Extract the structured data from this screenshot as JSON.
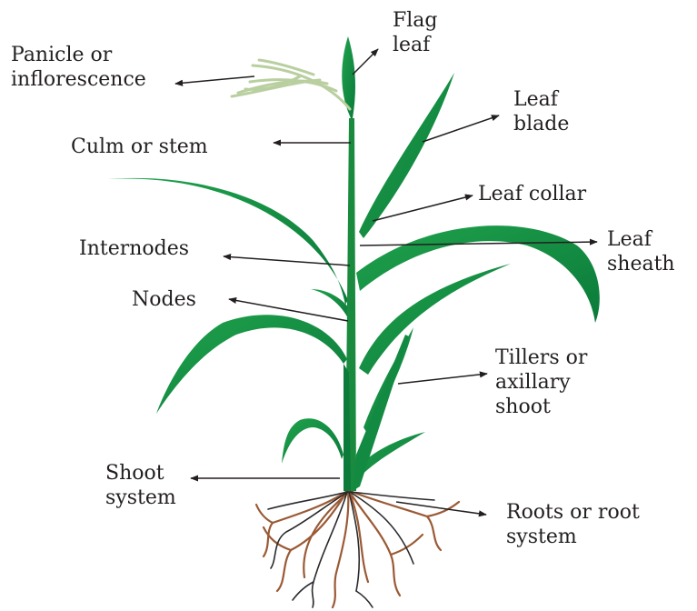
{
  "labels": {
    "flag_leaf": [
      "Flag",
      "leaf"
    ],
    "panicle": [
      "Panicle or",
      "inflorescence"
    ],
    "leaf_blade": [
      "Leaf",
      "blade"
    ],
    "culm": [
      "Culm or stem"
    ],
    "leaf_collar": [
      "Leaf collar"
    ],
    "internodes": [
      "Internodes"
    ],
    "leaf_sheath": [
      "Leaf",
      "sheath"
    ],
    "nodes": [
      "Nodes"
    ],
    "tillers": [
      "Tillers or",
      "axillary",
      "shoot"
    ],
    "shoot_system": [
      "Shoot",
      "system"
    ],
    "roots": [
      "Roots or root",
      "system"
    ]
  },
  "colors": {
    "leaf_dark": "#0b7a3a",
    "leaf_light": "#1fa24c",
    "root_brown": "#9a5a35",
    "root_dark": "#2b2b2b",
    "panicle": "#b9cfa0",
    "text": "#231f20",
    "background": "#ffffff"
  }
}
